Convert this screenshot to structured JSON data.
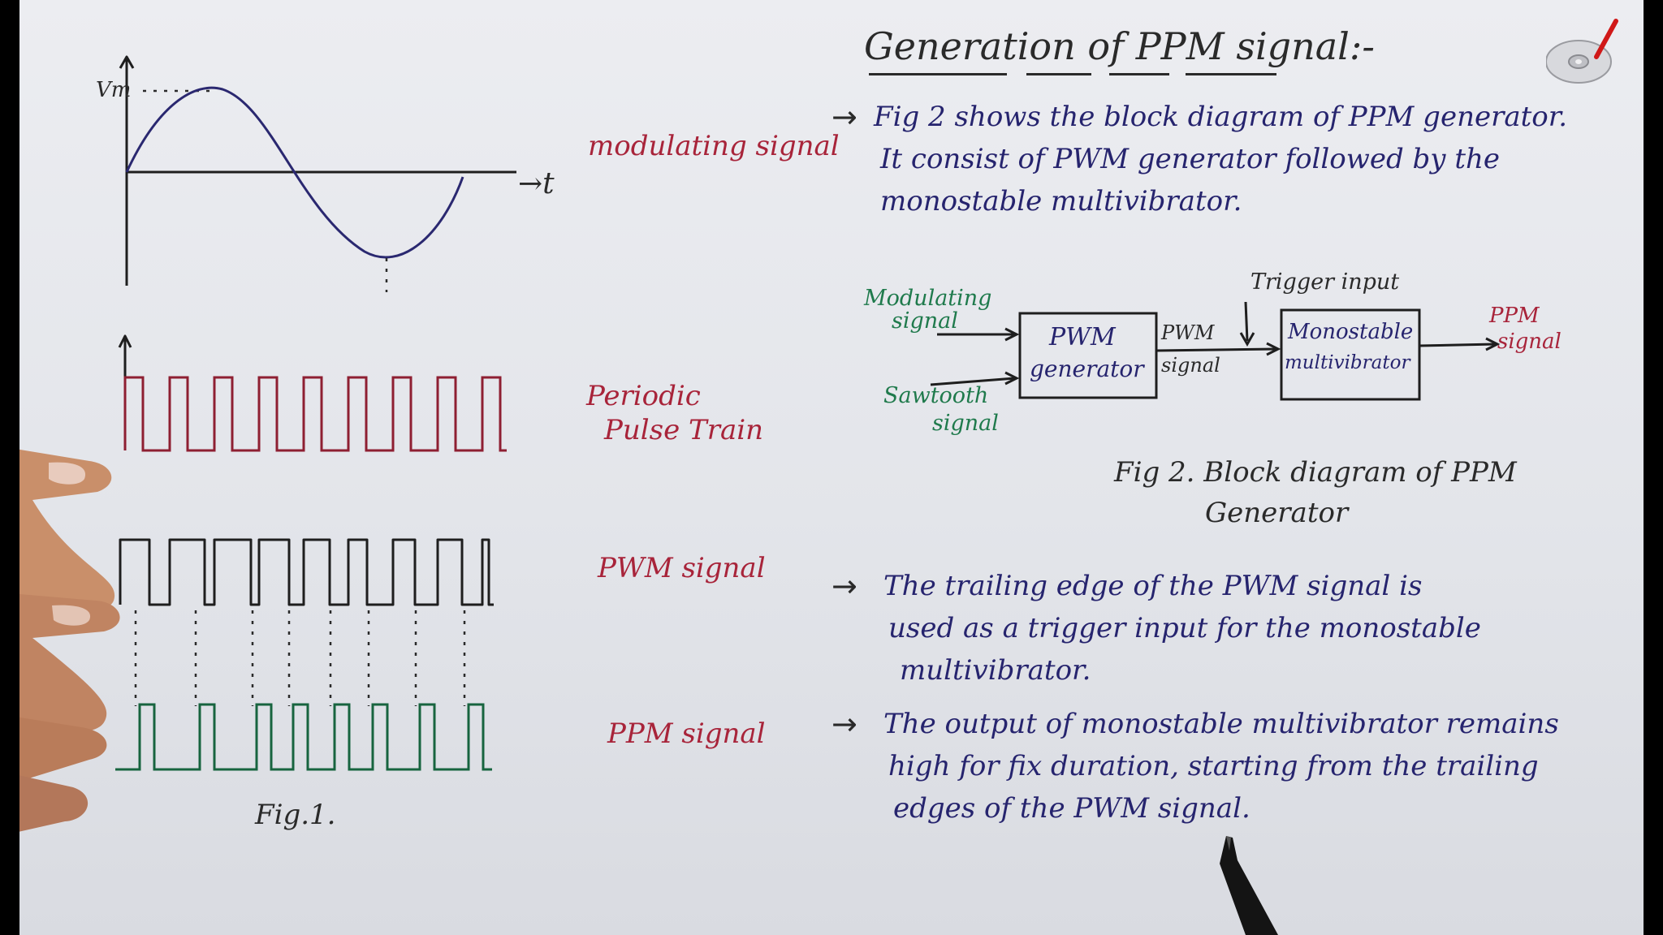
{
  "title": "Generation of PPM signal:-",
  "fig1": {
    "vm_label": "Vm",
    "t_label": "→t",
    "caption": "Fig.1.",
    "labels": {
      "modulating": "modulating signal",
      "periodic_line1": "Periodic",
      "periodic_line2": "Pulse Train",
      "pwm": "PWM signal",
      "ppm": "PPM signal"
    }
  },
  "paragraphs": {
    "p1": [
      "Fig 2 shows the block diagram of PPM generator.",
      "It consist of PWM generator followed by the",
      "monostable multivibrator."
    ],
    "p2": [
      "The trailing edge of the PWM signal is",
      "used as a trigger input for the monostable",
      "multivibrator."
    ],
    "p3": [
      "The output of monostable multivibrator remains",
      "high for fix duration, starting from the trailing",
      "edges of the PWM signal."
    ]
  },
  "fig2": {
    "modulating_input_line1": "Modulating",
    "modulating_input_line2": "signal",
    "sawtooth_input_line1": "Sawtooth",
    "sawtooth_input_line2": "signal",
    "pwm_block_line1": "PWM",
    "pwm_block_line2": "generator",
    "pwm_signal_line1": "PWM",
    "pwm_signal_line2": "signal",
    "trigger_label": "Trigger input",
    "mono_block_line1": "Monostable",
    "mono_block_line2": "multivibrator",
    "output_line1": "PPM",
    "output_line2": "signal",
    "caption_line1": "Fig 2. Block diagram of PPM",
    "caption_line2": "Generator"
  },
  "icons": [
    "cd-pen-logo-icon",
    "hand",
    "pen"
  ],
  "colors": {
    "board": "#e6e7ec",
    "ink_blue": "#26246e",
    "ink_red": "#a8243a",
    "ink_green": "#1f7a4c",
    "ink_black": "#2a2a2a"
  }
}
